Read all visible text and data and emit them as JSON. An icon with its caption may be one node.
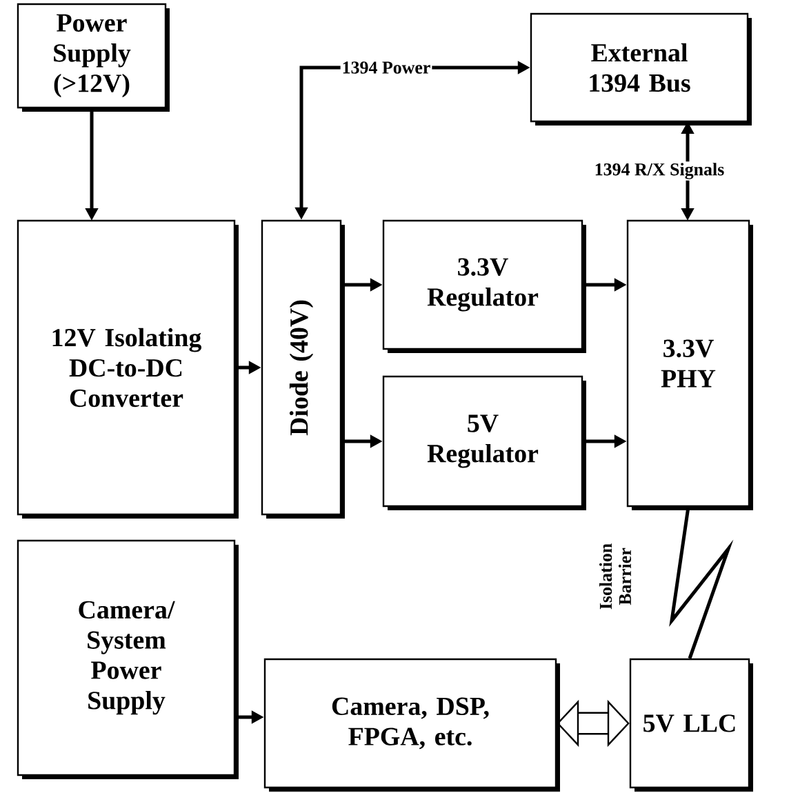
{
  "diagram": {
    "nodes": [
      {
        "text": [
          "Power Supply (>12V)"
        ]
      },
      {
        "text": [
          "External 1394 Bus"
        ]
      },
      {
        "text": [
          "12V Isolating DC-to-DC Converter"
        ]
      },
      {
        "text": [
          "Diode (40V)"
        ]
      },
      {
        "text": [
          "3.3V Regulator"
        ]
      },
      {
        "text": [
          "3.3V PHY"
        ]
      },
      {
        "text": [
          "5V Regulator"
        ]
      },
      {
        "text": [
          "Camera/ System Power Supply"
        ]
      },
      {
        "text": [
          "Camera, DSP, FPGA, etc."
        ]
      },
      {
        "text": [
          "5V LLC"
        ]
      }
    ],
    "edges": [
      {
        "from": 0,
        "to": 2,
        "arrow": "to"
      },
      {
        "from": 2,
        "to": 3,
        "arrow": "to"
      },
      {
        "from": 3,
        "to": 1,
        "arrow": "both",
        "label": "1394 Power"
      },
      {
        "from": 3,
        "to": 4,
        "arrow": "to"
      },
      {
        "from": 3,
        "to": 6,
        "arrow": "to"
      },
      {
        "from": 4,
        "to": 5,
        "arrow": "to"
      },
      {
        "from": 6,
        "to": 5,
        "arrow": "to"
      },
      {
        "from": 1,
        "to": 5,
        "arrow": "both",
        "label": "1394 R/X Signals"
      },
      {
        "from": 5,
        "to": 9,
        "arrow": "none",
        "label": "Isolation Barrier"
      },
      {
        "from": 7,
        "to": 8,
        "arrow": "to"
      },
      {
        "from": 8,
        "to": 9,
        "arrow": "both",
        "style": "thick"
      }
    ]
  }
}
